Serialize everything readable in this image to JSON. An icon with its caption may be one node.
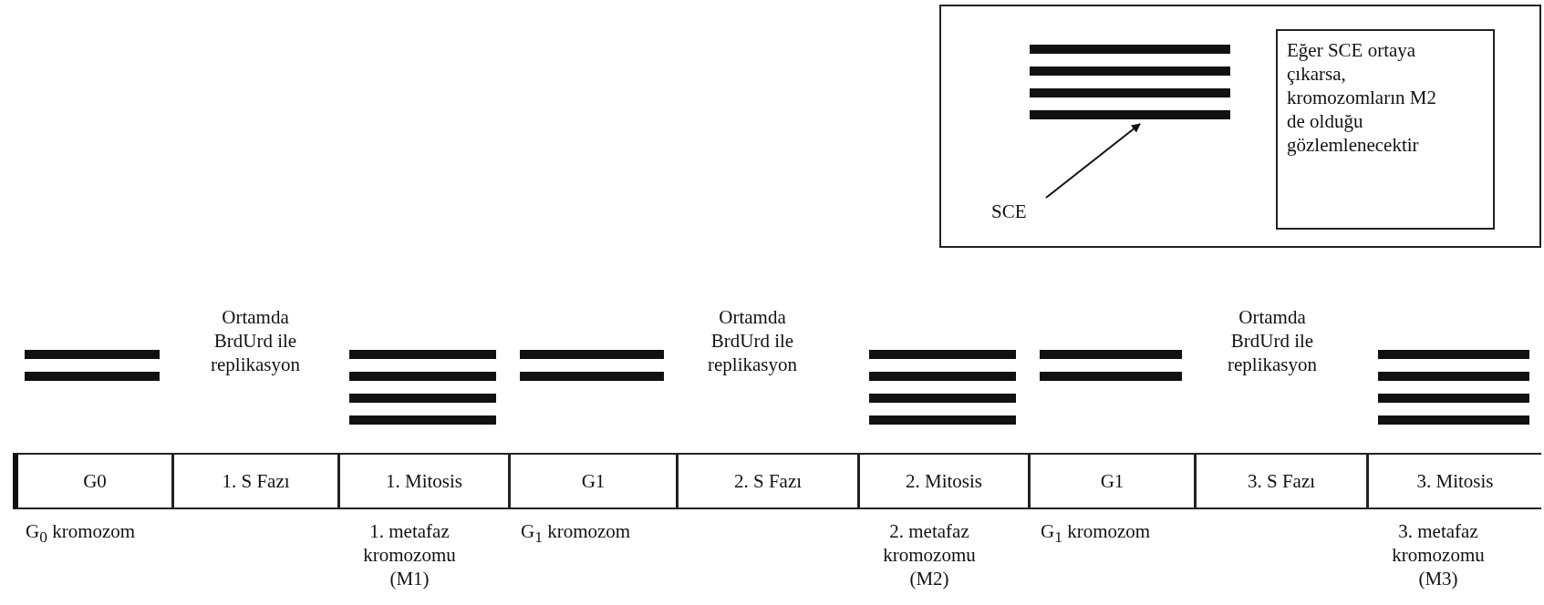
{
  "diagram": {
    "nodes": [
      {
        "text": [],
        "shape": "box"
      },
      {
        "text": [],
        "shape": "bar",
        "in": 0
      },
      {
        "text": [
          "SCE"
        ],
        "in": 0
      },
      {
        "text": [
          "Eğer SCE ortaya çıkarsa, kromozomların M2 de olduğu gözlemlenecektir"
        ],
        "in": 0
      },
      {
        "text": [
          "G0"
        ],
        "beside": [
          "G$_{0}$ kromozom"
        ]
      },
      {
        "text": [
          "1. S Fazı"
        ]
      },
      {
        "text": [
          "1. Mitosis"
        ],
        "beside": [
          "1. metafaz kromozomu (M1)"
        ]
      },
      {
        "text": [
          "G1"
        ],
        "beside": [
          "G$_{1}$ kromozom"
        ]
      },
      {
        "text": [
          "2. S Fazı"
        ]
      },
      {
        "text": [
          "2. Mitosis"
        ],
        "beside": [
          "2. metafaz kromozomu (M2)"
        ]
      },
      {
        "text": [
          "G1"
        ],
        "beside": [
          "G$_{1}$ kromozom"
        ]
      },
      {
        "text": [
          "3. S Fazı"
        ]
      },
      {
        "text": [
          "3. Mitosis"
        ],
        "beside": [
          "3. metafaz kromozomu (M3)"
        ]
      }
    ],
    "labels": [
      "Ortamda BrdUrd ile replikasyon",
      "Ortamda BrdUrd ile replikasyon",
      "Ortamda BrdUrd ile replikasyon"
    ],
    "edges": [
      {
        "from": 2,
        "to": 1,
        "arrow": "to"
      }
    ]
  }
}
